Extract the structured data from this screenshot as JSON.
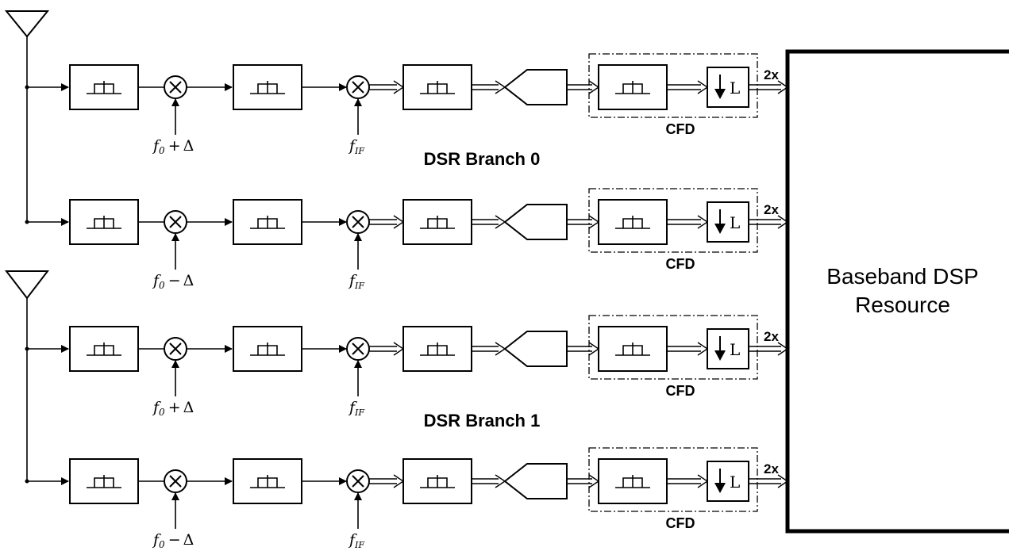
{
  "diagram": {
    "branches": [
      {
        "label": "DSR Branch 0",
        "paths": [
          {
            "lo_base": "f",
            "lo_sub": "0",
            "lo_op": "+",
            "lo_delta": "Δ",
            "if_base": "f",
            "if_sub": "IF",
            "cfd_label": "CFD",
            "dec_label": "L",
            "rate_label": "2x"
          },
          {
            "lo_base": "f",
            "lo_sub": "0",
            "lo_op": "−",
            "lo_delta": "Δ",
            "if_base": "f",
            "if_sub": "IF",
            "cfd_label": "CFD",
            "dec_label": "L",
            "rate_label": "2x"
          }
        ]
      },
      {
        "label": "DSR Branch 1",
        "paths": [
          {
            "lo_base": "f",
            "lo_sub": "0",
            "lo_op": "+",
            "lo_delta": "Δ",
            "if_base": "f",
            "if_sub": "IF",
            "cfd_label": "CFD",
            "dec_label": "L",
            "rate_label": "2x"
          },
          {
            "lo_base": "f",
            "lo_sub": "0",
            "lo_op": "−",
            "lo_delta": "Δ",
            "if_base": "f",
            "if_sub": "IF",
            "cfd_label": "CFD",
            "dec_label": "L",
            "rate_label": "2x"
          }
        ]
      }
    ],
    "dsp": {
      "line1": "Baseband DSP",
      "line2": "Resource"
    }
  }
}
